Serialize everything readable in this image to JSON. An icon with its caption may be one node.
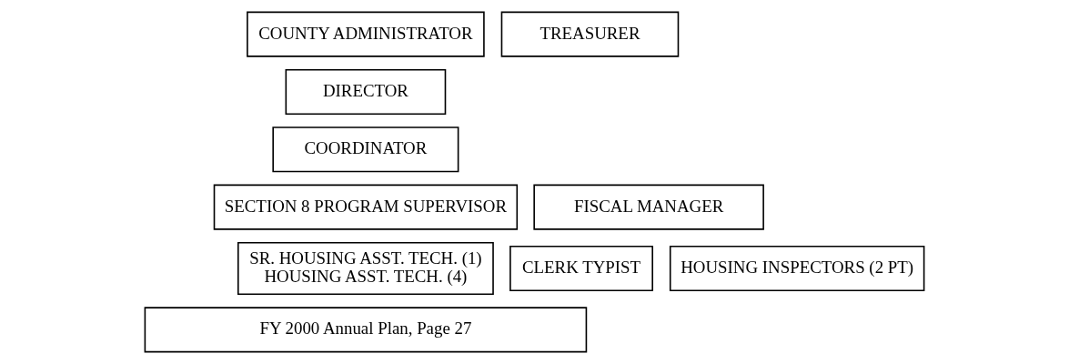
{
  "diagram": {
    "nodes": [
      {
        "text": [
          "COUNTY ADMINISTRATOR"
        ]
      },
      {
        "text": [
          "TREASURER"
        ]
      },
      {
        "text": [
          "DIRECTOR"
        ]
      },
      {
        "text": [
          "COORDINATOR"
        ]
      },
      {
        "text": [
          "SECTION 8 PROGRAM SUPERVISOR"
        ]
      },
      {
        "text": [
          "FISCAL MANAGER"
        ]
      },
      {
        "text": [
          "SR. HOUSING ASST. TECH. (1)",
          "HOUSING ASST. TECH. (4)"
        ]
      },
      {
        "text": [
          "CLERK TYPIST"
        ]
      },
      {
        "text": [
          "HOUSING INSPECTORS (2 PT)"
        ]
      },
      {
        "text": [
          "FY 2000 Annual Plan, Page 27"
        ]
      }
    ]
  }
}
